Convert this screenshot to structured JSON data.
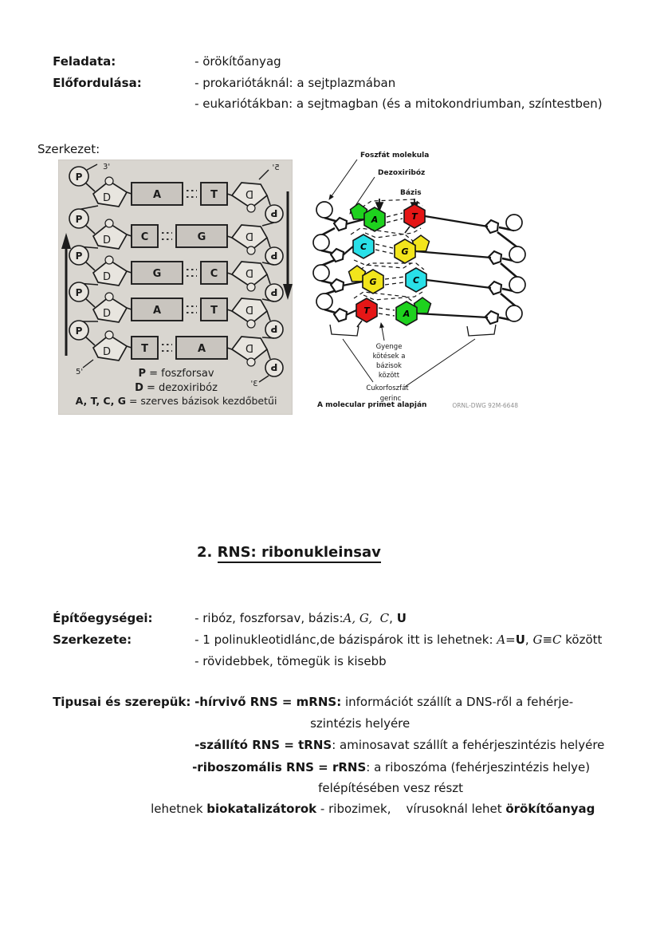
{
  "document": {
    "top_rows": [
      {
        "label": "Feladata:",
        "segments": [
          {
            "t": "- örökítőanyag"
          }
        ]
      },
      {
        "label": "Előfordulása:",
        "segments": [
          {
            "t": "- prokariótáknál: a sejtplazmában"
          }
        ]
      },
      {
        "label": "",
        "segments": [
          {
            "t": "- eukariótákban: a sejtmagban (és a mitokondriumban, színtestben)"
          }
        ]
      }
    ],
    "szerkezet_label": "Szerkezet:",
    "heading": {
      "prefix": "2. ",
      "title": "RNS: ribonukleinsav"
    },
    "rns_rows": [
      {
        "label": "Építőegységei:",
        "segments": [
          {
            "t": "- ribóz, foszforsav, bázis:"
          },
          {
            "t": "A, G,  C",
            "i": 1
          },
          {
            "t": ", "
          },
          {
            "t": "U",
            "b": 1
          }
        ]
      },
      {
        "label": "Szerkezete:",
        "segments": [
          {
            "t": "- 1 polinukleotidlánc,de bázispárok itt is lehetnek: "
          },
          {
            "t": "A",
            "i": 1
          },
          {
            "t": "="
          },
          {
            "t": "U",
            "b": 1
          },
          {
            "t": ", "
          },
          {
            "t": "G",
            "i": 1
          },
          {
            "t": "≡"
          },
          {
            "t": "C",
            "i": 1
          },
          {
            "t": " között"
          }
        ]
      },
      {
        "label": "",
        "segments": [
          {
            "t": "- rövidebbek, tömegük is kisebb"
          }
        ]
      },
      {
        "label": "Tipusai és szerepük:",
        "segments": [
          {
            "t": "-hírvivő RNS = mRNS:",
            "b": 1
          },
          {
            "t": " információt szállít a DNS-ről a fehérje-"
          }
        ]
      },
      {
        "label": "",
        "segments": [
          {
            "t": "szintézis helyére"
          }
        ]
      },
      {
        "label": "",
        "segments": [
          {
            "t": "-szállító RNS = tRNS",
            "b": 1
          },
          {
            "t": ": aminosavat szállít a fehérjeszintézis helyére"
          }
        ]
      },
      {
        "label": "",
        "segments": [
          {
            "t": "-riboszomális RNS = rRNS",
            "b": 1
          },
          {
            "t": ": a riboszóma (fehérjeszintézis helye)"
          }
        ]
      },
      {
        "label": "",
        "segments": [
          {
            "t": "felépítésében vesz részt"
          }
        ]
      },
      {
        "label": "",
        "segments": [
          {
            "t": "lehetnek "
          },
          {
            "t": "biokatalizátorok",
            "b": 1
          },
          {
            "t": " - ribozimek,    vírusoknál lehet "
          },
          {
            "t": "örökítőanyag",
            "b": 1
          }
        ]
      }
    ]
  },
  "diagram_left": {
    "pairs": [
      [
        "A",
        "T"
      ],
      [
        "C",
        "G"
      ],
      [
        "G",
        "C"
      ],
      [
        "A",
        "T"
      ],
      [
        "T",
        "A"
      ]
    ],
    "phosphate_letter": "P",
    "sugar_letter": "D",
    "strand_labels": {
      "top_left": "3'",
      "top_right": "5'",
      "bottom_left": "5'",
      "bottom_right": "3'"
    },
    "legend": [
      [
        {
          "t": "P",
          "b": 1
        },
        {
          "t": " = foszforsav"
        }
      ],
      [
        {
          "t": "D",
          "b": 1
        },
        {
          "t": " = dezoxiribóz"
        }
      ],
      [
        {
          "t": "A, T, C, G",
          "b": 1
        },
        {
          "t": " = szerves bázisok kezdőbetűi"
        }
      ]
    ],
    "bg_color": "#d9d6d0",
    "box_color": "#c9c5bf"
  },
  "diagram_right": {
    "pairs": [
      {
        "l": "A",
        "lc": "#1ed21e",
        "lp": true,
        "r": "T",
        "rc": "#e51616",
        "rp": false
      },
      {
        "l": "C",
        "lc": "#29e0e8",
        "lp": false,
        "r": "G",
        "rc": "#f2e51c",
        "rp": true
      },
      {
        "l": "G",
        "lc": "#f2e51c",
        "lp": true,
        "r": "C",
        "rc": "#29e0e8",
        "rp": false
      },
      {
        "l": "T",
        "lc": "#e51616",
        "lp": false,
        "r": "A",
        "rc": "#1ed21e",
        "rp": true
      }
    ],
    "labels": {
      "phosphate": "Foszfát molekula",
      "sugar": "Dezoxiribóz",
      "base": "Bázis",
      "weak_bonds": [
        "Gyenge",
        "kötések a",
        "bázisok",
        "között"
      ],
      "backbone": [
        "Cukorfoszfát",
        "gerinc"
      ],
      "caption": "A molecular primet alapján",
      "ref": "ORNL-DWG 92M-6648"
    }
  }
}
